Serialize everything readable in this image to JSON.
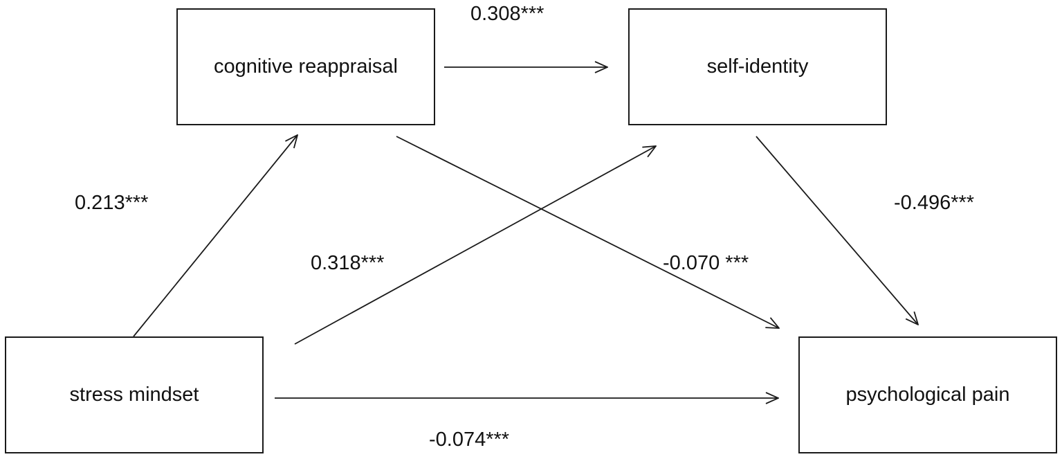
{
  "nodes": {
    "cognitive_reappraisal": "cognitive reappraisal",
    "self_identity": "self-identity",
    "stress_mindset": "stress mindset",
    "psychological_pain": "psychological pain"
  },
  "paths": {
    "cr_to_si": "0.308***",
    "sm_to_cr": "0.213***",
    "si_to_pp": "-0.496***",
    "sm_to_si": "0.318***",
    "cr_to_pp": "-0.070 ***",
    "sm_to_pp": "-0.074***"
  },
  "colors": {
    "stroke": "#1a1a1a",
    "text": "#111111",
    "background": "#ffffff"
  }
}
